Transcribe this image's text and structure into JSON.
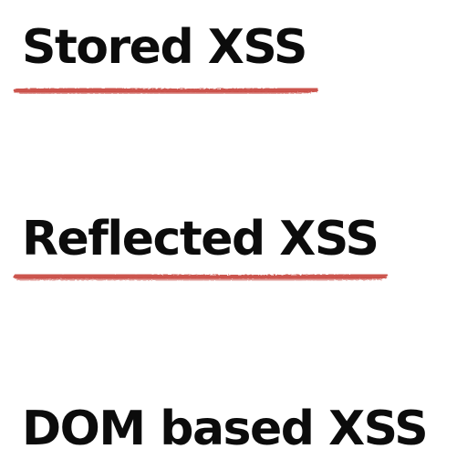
{
  "items": [
    {
      "title": "Stored XSS",
      "underlined": true
    },
    {
      "title": "Reflected XSS",
      "underlined": true
    },
    {
      "title": "DOM based XSS",
      "underlined": false
    }
  ],
  "colors": {
    "text": "#0c0c0c",
    "underline": "#c8463f",
    "background": "#ffffff"
  }
}
